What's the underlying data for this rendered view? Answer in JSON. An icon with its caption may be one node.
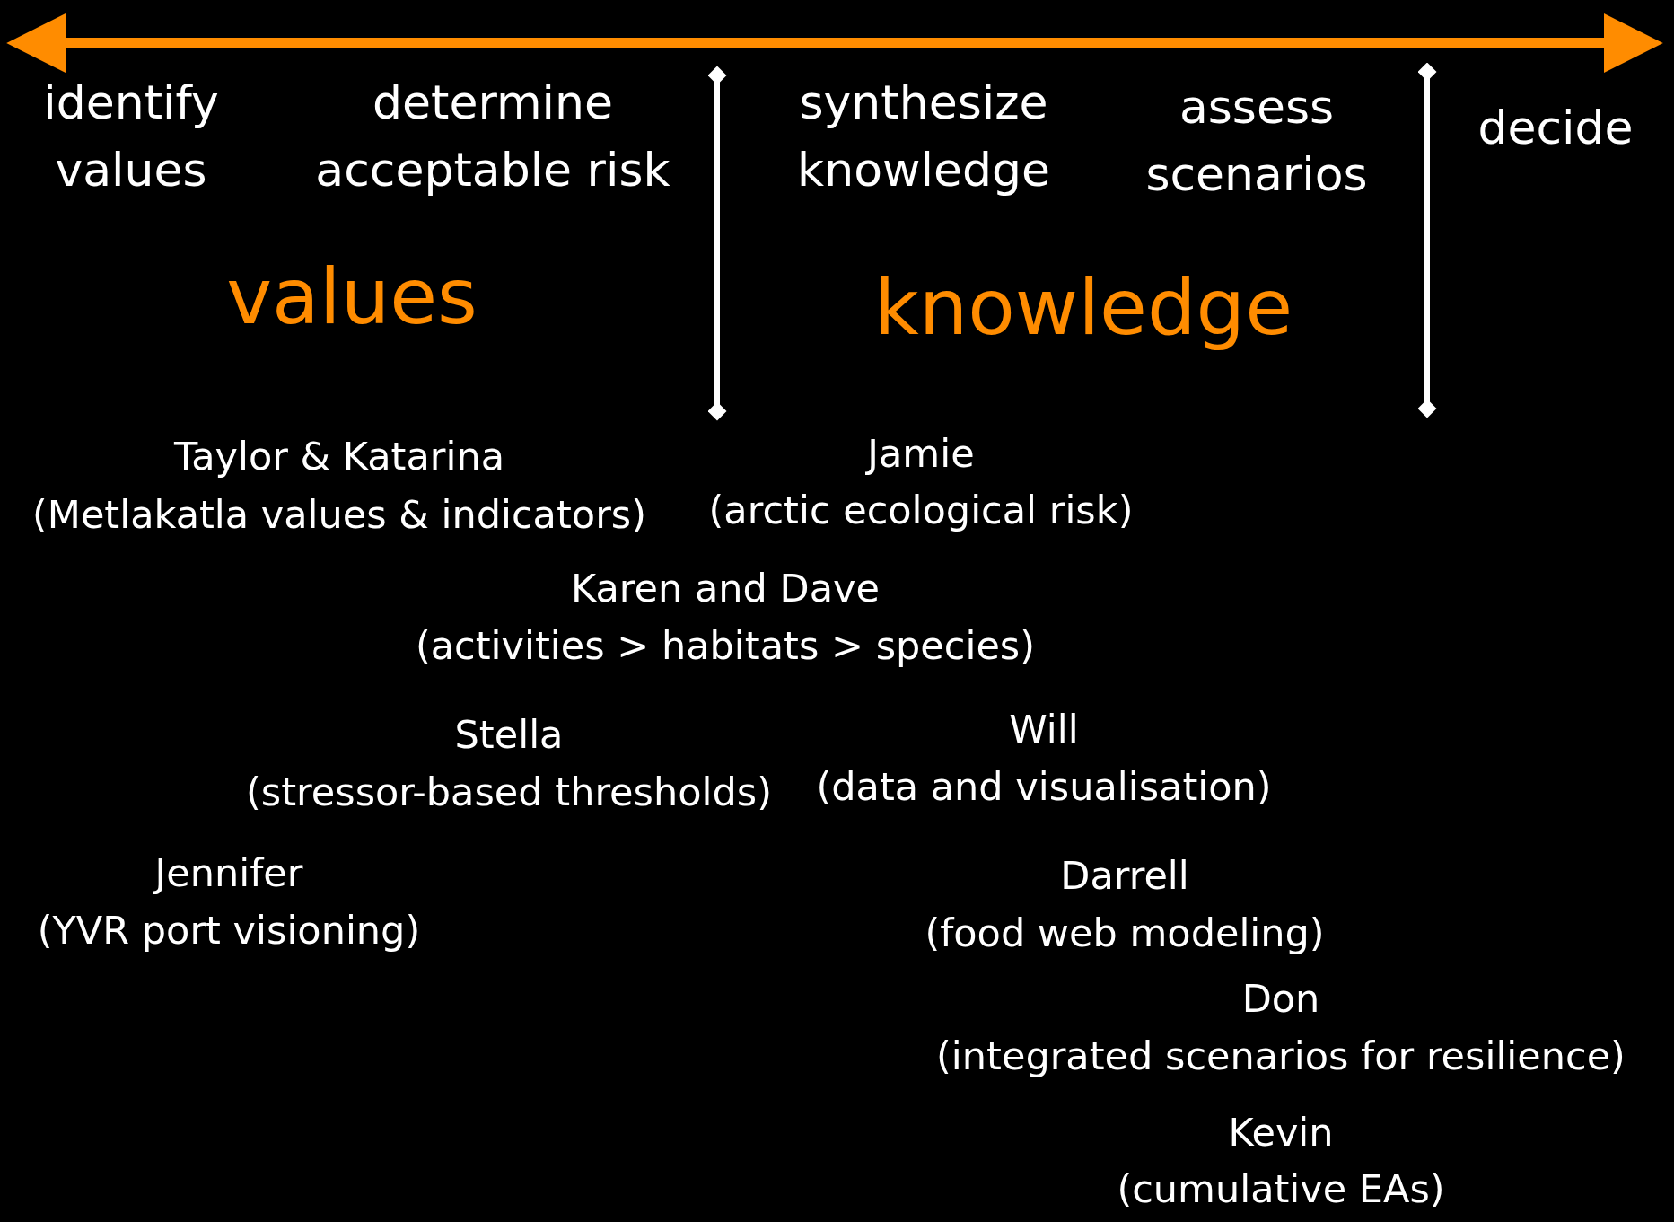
{
  "diagram": {
    "labels": [
      "identify values",
      "determine acceptable risk",
      "synthesize knowledge",
      "assess scenarios",
      "decide",
      "values",
      "knowledge",
      "Taylor & Katarina",
      "(Metlakatla values & indicators)",
      "Jamie",
      "(arctic ecological risk)",
      "Karen and Dave",
      "(activities > habitats > species)",
      "Stella",
      "(stressor-based thresholds)",
      "Will",
      "(data and visualisation)",
      "Jennifer",
      "(YVR port visioning)",
      "Darrell",
      "(food web modeling)",
      "Don",
      "(integrated scenarios for resilience)",
      "Kevin",
      "(cumulative EAs)"
    ]
  }
}
